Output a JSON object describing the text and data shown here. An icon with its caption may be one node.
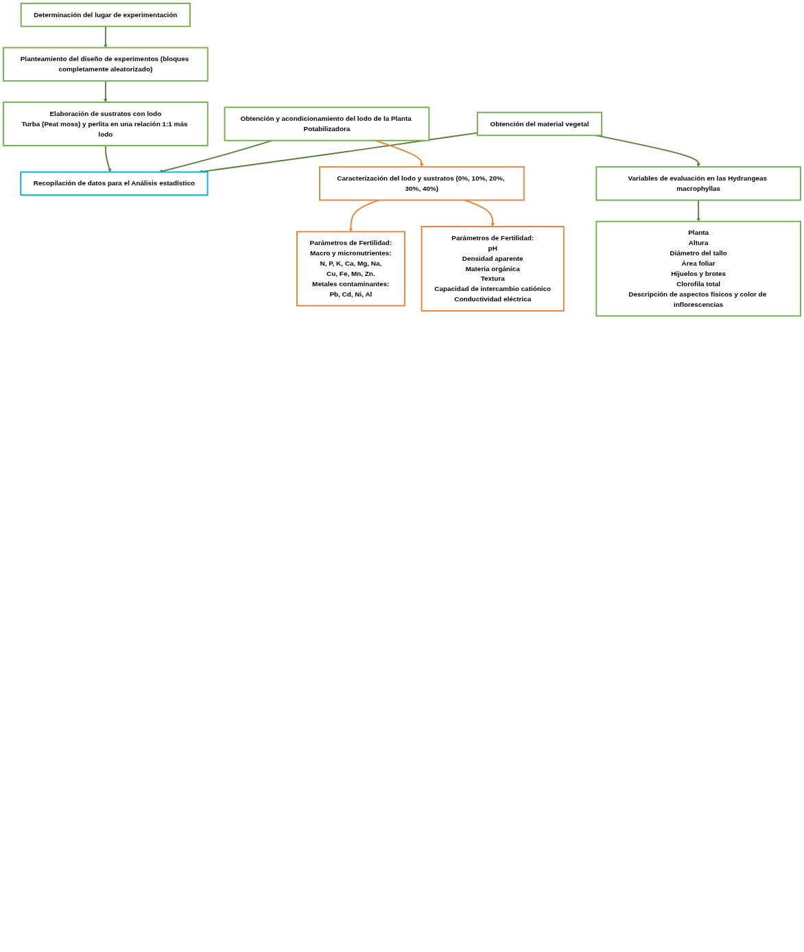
{
  "diagram": {
    "nodes": [
      {
        "text": [
          "Determinación del lugar de experimentación"
        ]
      },
      {
        "text": [
          "Planteamiento del diseño de experimentos (bloques completamente aleatorizado)"
        ]
      },
      {
        "text": [
          "Elaboración de sustratos con lodo",
          "Turba (Peat moss) y perlita en una relación 1:1 más lodo"
        ]
      },
      {
        "text": [
          "Recopilación de datos para el Análisis estadístico"
        ]
      },
      {
        "text": [
          "Obtención y acondicionamiento del lodo de la Planta Potabilizadora"
        ]
      },
      {
        "text": [
          "Obtención del material vegetal"
        ]
      },
      {
        "text": [
          "Caracterización del lodo y sustratos (0%, 10%, 20%, 30%, 40%)"
        ]
      },
      {
        "text": [
          "Variables de evaluación en las Hydrangeas macrophyllas"
        ]
      },
      {
        "text": [
          "Parámetros de Fertilidad:",
          "Macro y micronutrientes:",
          "N, P, K, Ca, Mg, Na,",
          "Cu, Fe, Mn, Zn.",
          "Metales contaminantes:",
          "Pb, Cd, Ni, Al"
        ]
      },
      {
        "text": [
          "Parámetros de Fertilidad:",
          "pH",
          "Densidad aparente",
          "Materia orgánica",
          "Textura",
          "Capacidad de intercambio catiónico",
          "Conductividad eléctrica"
        ]
      },
      {
        "text": [
          "Planta",
          "Altura",
          "Diámetro del tallo",
          "Área foliar",
          "Hijuelos y brotes",
          "Clorofila total",
          "Descripción de aspectos físicos y color de inflorescencias"
        ]
      }
    ],
    "edges": [
      {
        "from": 0,
        "to": 1,
        "arrow": "to"
      },
      {
        "from": 1,
        "to": 2,
        "arrow": "to"
      },
      {
        "from": 2,
        "to": 3,
        "arrow": "to"
      },
      {
        "from": 4,
        "to": 3,
        "arrow": "to"
      },
      {
        "from": 5,
        "to": 3,
        "arrow": "to"
      },
      {
        "from": 4,
        "to": 6,
        "arrow": "to",
        "color": "#ed7d31"
      },
      {
        "from": 5,
        "to": 7,
        "arrow": "to"
      },
      {
        "from": 6,
        "to": 8,
        "arrow": "to",
        "color": "#ed7d31"
      },
      {
        "from": 6,
        "to": 9,
        "arrow": "to",
        "color": "#ed7d31"
      },
      {
        "from": 7,
        "to": 10,
        "arrow": "to"
      }
    ]
  }
}
